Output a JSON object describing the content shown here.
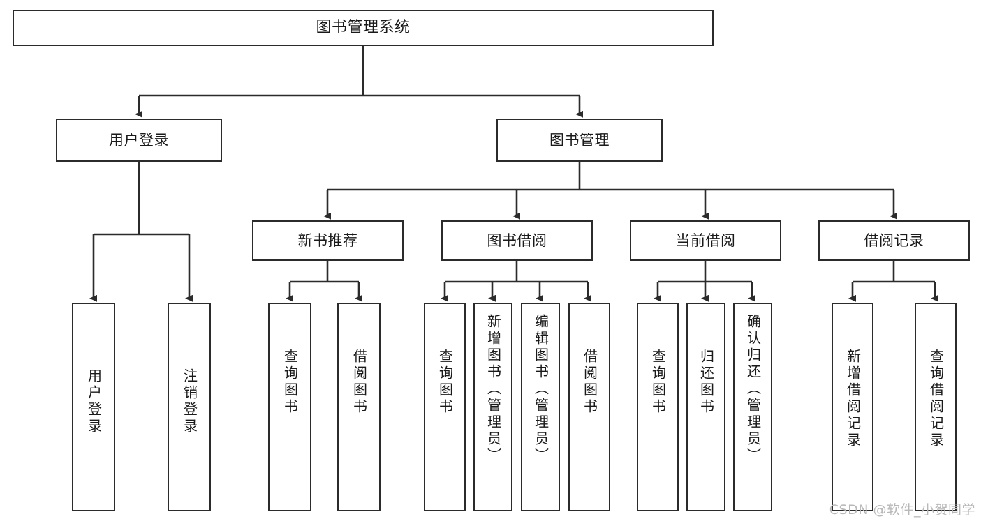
{
  "diagram": {
    "title": "图书管理系统",
    "type": "tree-structure-chart",
    "stroke_color": "#2b2b2b",
    "background_color": "#ffffff",
    "text_color": "#1a1a1a"
  },
  "root": {
    "label": "图书管理系统"
  },
  "level2": [
    {
      "label": "用户登录"
    },
    {
      "label": "图书管理"
    }
  ],
  "level3": [
    {
      "label": "新书推荐"
    },
    {
      "label": "图书借阅"
    },
    {
      "label": "当前借阅"
    },
    {
      "label": "借阅记录"
    }
  ],
  "leaves": {
    "user_login": [
      {
        "label": "用户登录"
      },
      {
        "label": "注销登录"
      }
    ],
    "new_book": [
      {
        "label": "查询图书"
      },
      {
        "label": "借阅图书"
      }
    ],
    "book_borrow": [
      {
        "label": "查询图书"
      },
      {
        "label": "新增图书（管理员）"
      },
      {
        "label": "编辑图书（管理员）"
      },
      {
        "label": "借阅图书"
      }
    ],
    "current_borrow": [
      {
        "label": "查询图书"
      },
      {
        "label": "归还图书"
      },
      {
        "label": "确认归还（管理员）"
      }
    ],
    "borrow_record": [
      {
        "label": "新增借阅记录"
      },
      {
        "label": "查询借阅记录"
      }
    ]
  },
  "watermark": {
    "text": "CSDN @软件_小贺同学"
  }
}
